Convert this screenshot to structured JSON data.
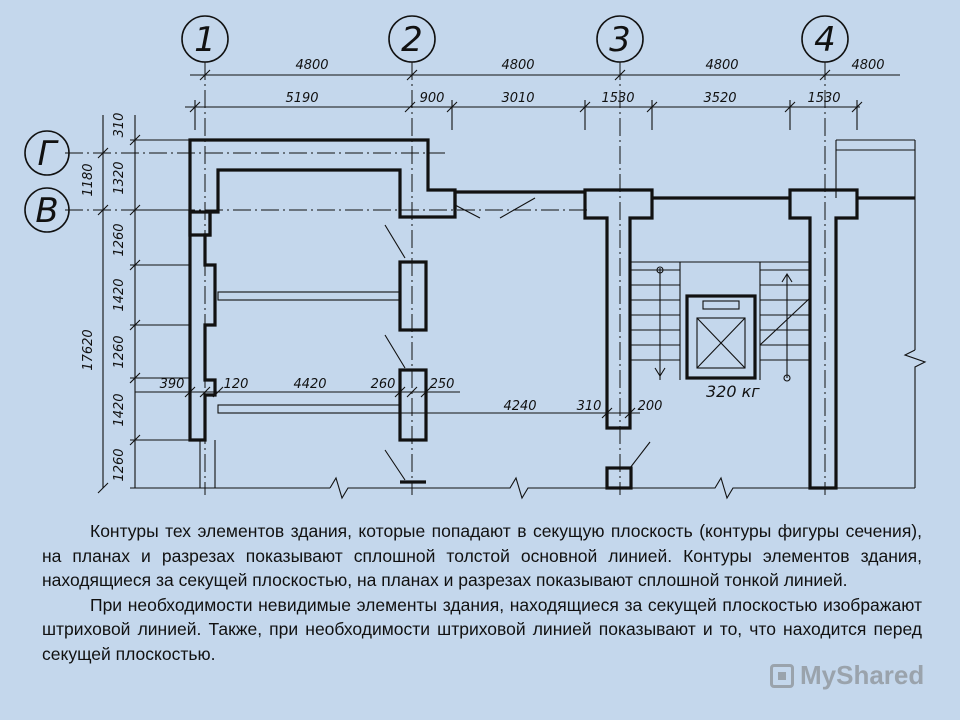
{
  "axes_vertical": [
    "1",
    "2",
    "3",
    "4"
  ],
  "axes_horizontal": [
    "Г",
    "В"
  ],
  "dims_top_row1": [
    "4800",
    "4800",
    "4800",
    "4800"
  ],
  "dims_top_row2": [
    "5190",
    "900",
    "3010",
    "1530",
    "3520",
    "1530"
  ],
  "dims_left_inner": [
    "310",
    "1320",
    "1260",
    "1420",
    "1260",
    "1420",
    "1260"
  ],
  "dims_left_outer": [
    "1180",
    "17620"
  ],
  "dims_inner_row": [
    "390",
    "120",
    "4420",
    "260",
    "250",
    "4240",
    "310",
    "200"
  ],
  "elevator_label": "320 кг",
  "paragraphs": [
    "Контуры тех элементов здания, которые попадают в секущую плоскость (контуры фигуры сечения), на планах и разрезах показывают сплошной толстой основной линией. Контуры элементов здания, находящиеся за секущей плоскостью, на планах и разрезах показывают сплошной тонкой линией.",
    "При необходимости невидимые элементы здания, находящиеся за секущей плоскостью изображают штриховой линией. Также, при необходимости штриховой линией показывают и то, что находится перед секущей плоскостью."
  ],
  "watermark": "MyShared",
  "colors": {
    "background": "#c4d7ec",
    "ink": "#111111"
  }
}
